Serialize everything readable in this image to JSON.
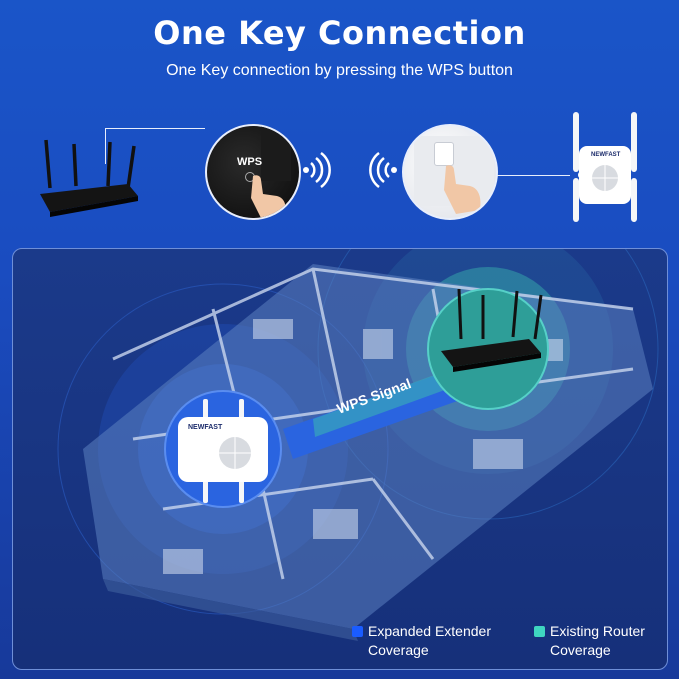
{
  "header": {
    "title": "One Key Connection",
    "subtitle": "One Key connection by pressing the WPS button"
  },
  "steps": {
    "wps_button_label": "WPS",
    "brand_label": "NEWFAST"
  },
  "floorplan": {
    "signal_label": "WPS Signal",
    "extender_brand": "NEWFAST"
  },
  "legend": [
    {
      "label_line1": "Expanded Extender",
      "label_line2": "Coverage",
      "color": "#1a5cff"
    },
    {
      "label_line1": "Existing Router",
      "label_line2": "Coverage",
      "color": "#3fd6c0"
    }
  ],
  "icons": [
    "router-icon",
    "wps-button-icon",
    "wifi-signal-icon",
    "extender-icon"
  ]
}
